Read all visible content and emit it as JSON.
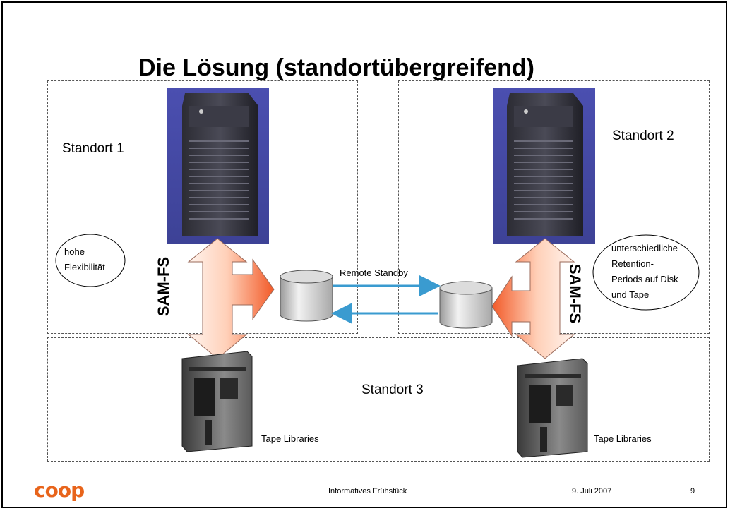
{
  "slide": {
    "title": "Die Lösung (standortübergreifend)",
    "site1_label": "Standort 1",
    "site2_label": "Standort 2",
    "site3_label": "Standort 3",
    "note_left": [
      "hohe",
      "Flexibilität"
    ],
    "note_right": [
      "unterschiedliche",
      "Retention-",
      "Periods auf Disk",
      "und Tape"
    ],
    "samfs_label": "SAM-FS",
    "replication_label": "Remote Standby",
    "tape_label": "Tape Libraries"
  },
  "footer": {
    "logo": "coop",
    "center_text": "Informatives Frühstück",
    "date": "9. Juli 2007",
    "page_number": "9"
  },
  "colors": {
    "server_bg": "#4a4faa",
    "arrow_fill_light": "#ffe4d4",
    "arrow_fill_dark": "#f25a28",
    "link_arrow": "#3a9bd0",
    "logo": "#e8641b"
  }
}
